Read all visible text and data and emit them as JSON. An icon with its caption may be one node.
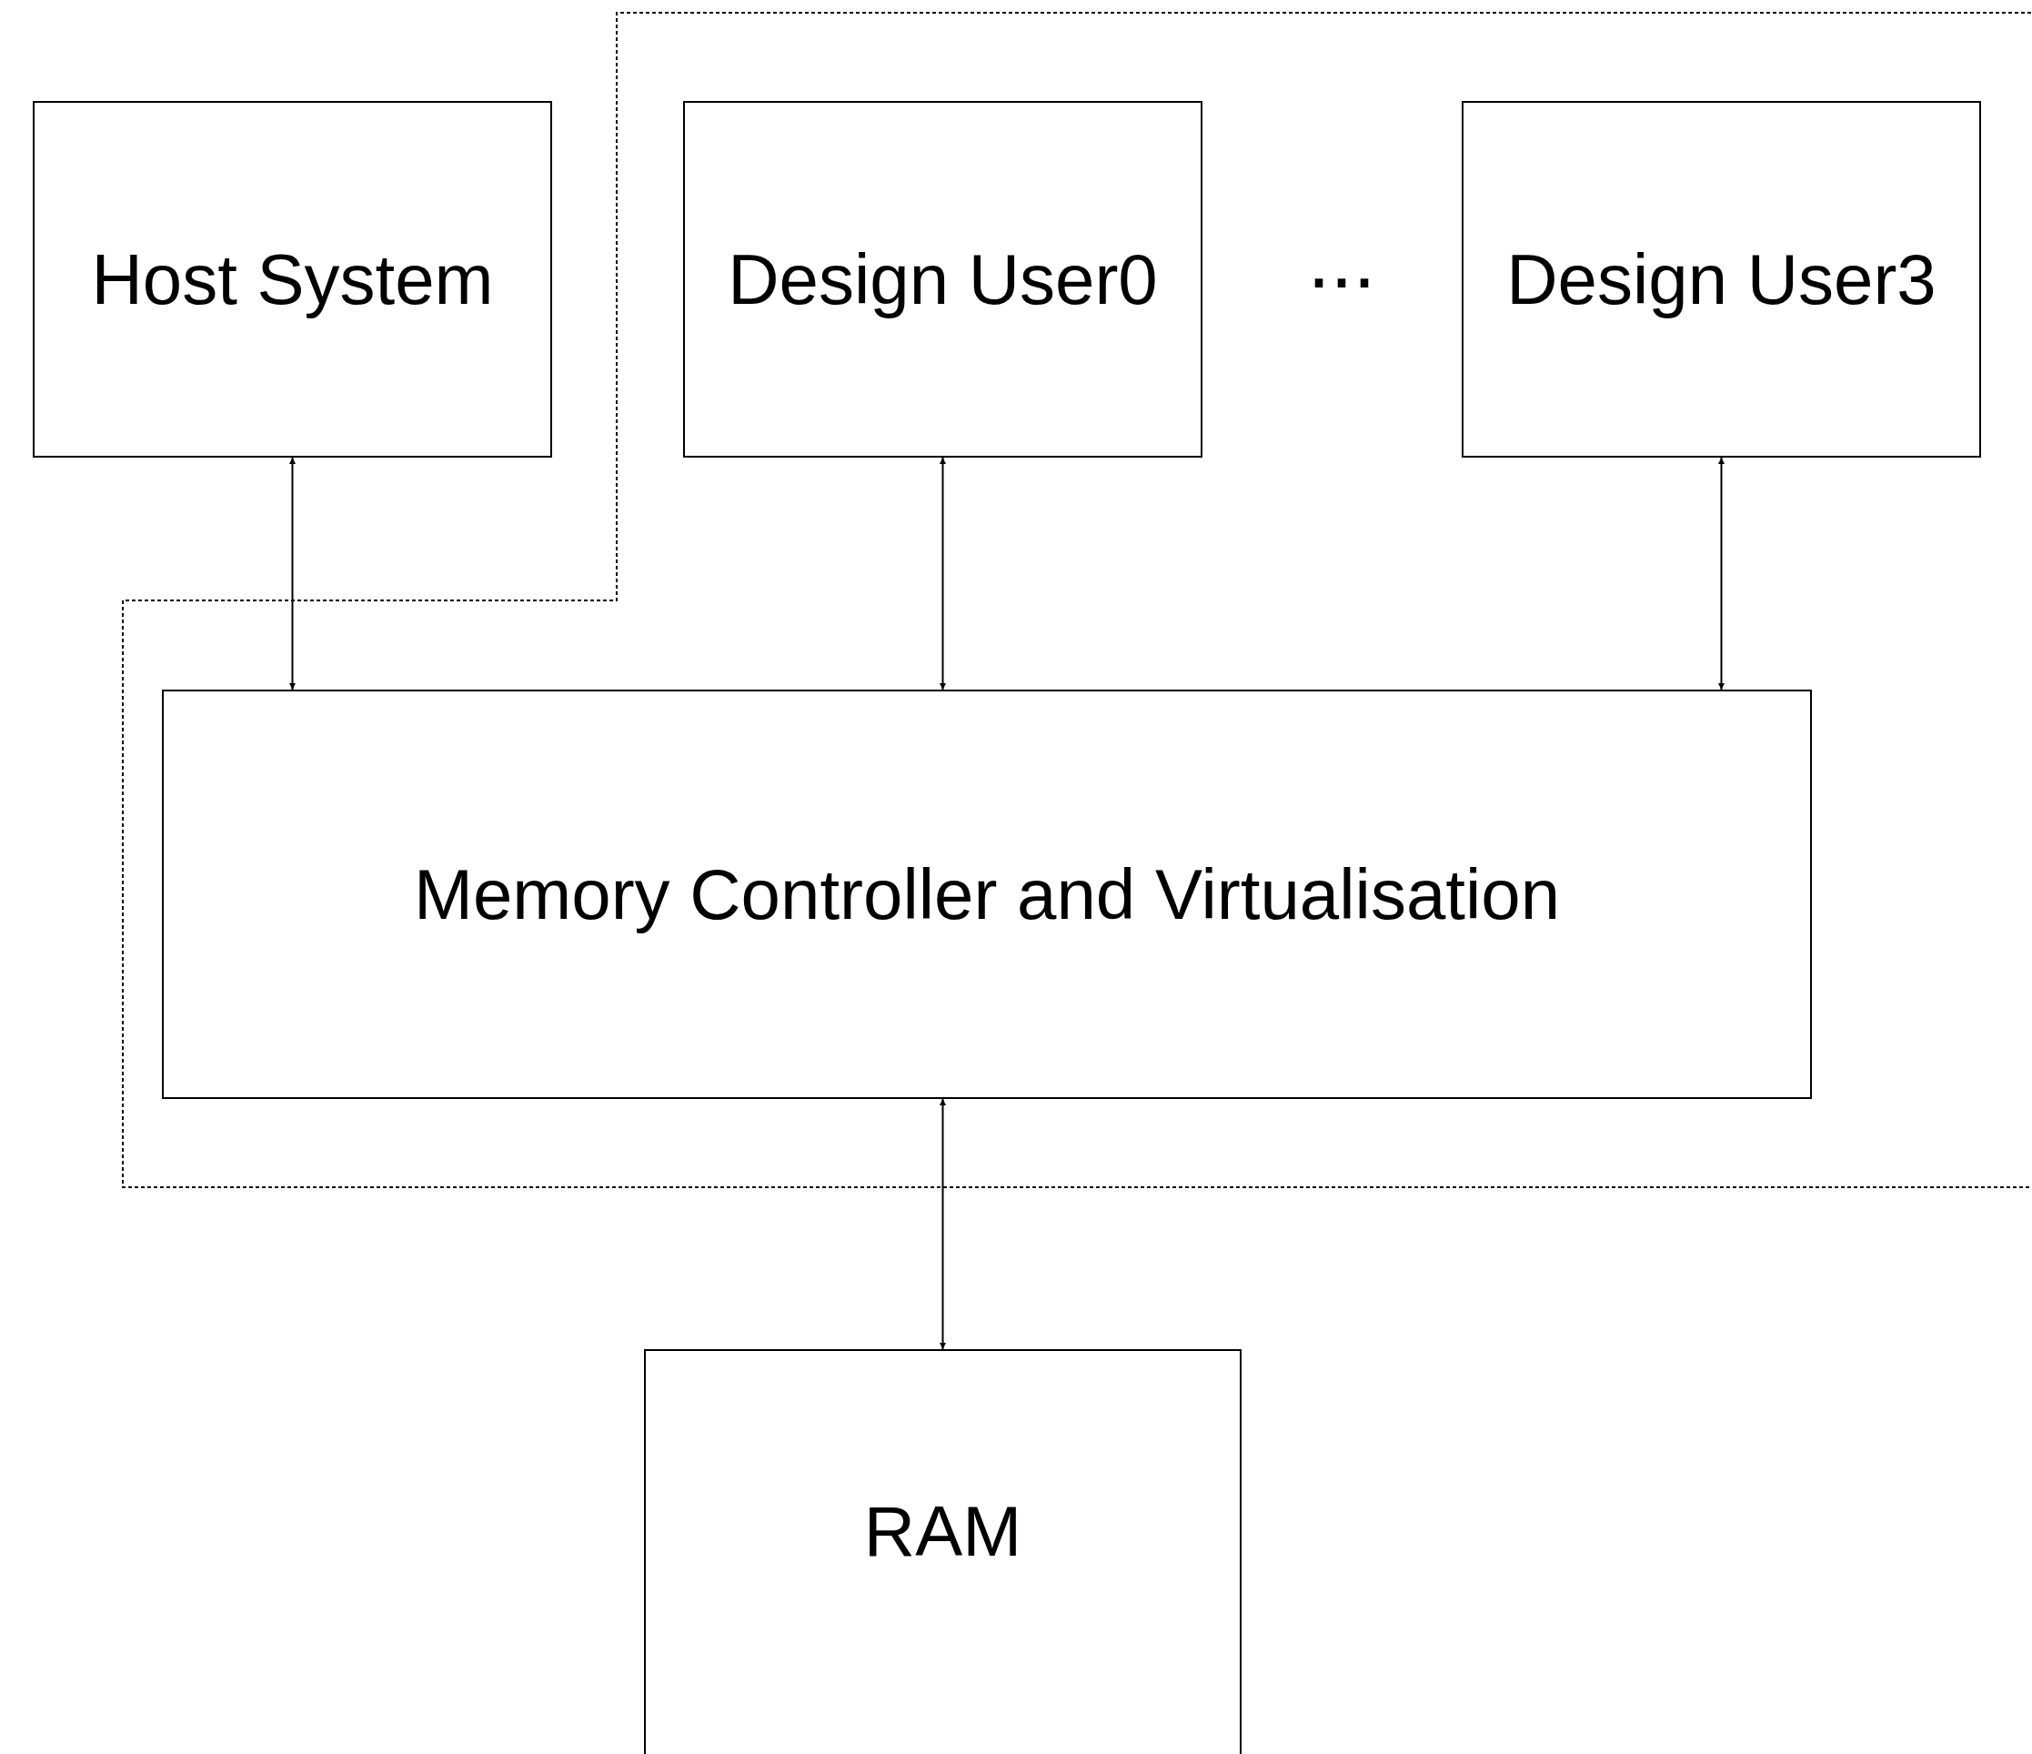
{
  "diagram": {
    "nodes": [
      {
        "text": [
          "Host System"
        ]
      },
      {
        "text": [
          "Design User0"
        ]
      },
      {
        "text": [
          "Design User3"
        ]
      },
      {
        "text": [
          "Memory Controller and Virtualisation"
        ]
      },
      {
        "text": [
          "RAM"
        ]
      }
    ],
    "edges": [
      {
        "from": 0,
        "to": 3,
        "arrow": "both"
      },
      {
        "from": 1,
        "to": 3,
        "arrow": "both"
      },
      {
        "from": 2,
        "to": 3,
        "arrow": "both"
      },
      {
        "from": 3,
        "to": 4,
        "arrow": "both"
      }
    ],
    "labels": [
      "..."
    ]
  }
}
